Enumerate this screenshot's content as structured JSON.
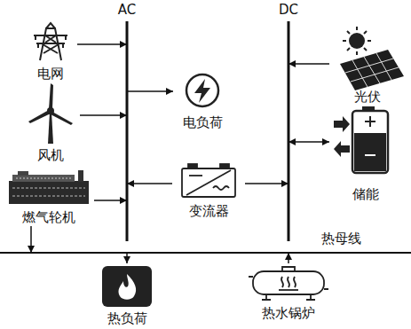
{
  "diagram": {
    "nodes": [
      {
        "text": [
          "AC"
        ]
      },
      {
        "text": [
          "DC"
        ]
      },
      {
        "text": [
          "热母线"
        ]
      },
      {
        "text": [
          "电网"
        ]
      },
      {
        "text": [
          "风机"
        ]
      },
      {
        "text": [
          "燃气轮机"
        ]
      },
      {
        "text": [
          "电负荷"
        ]
      },
      {
        "text": [
          "变流器"
        ]
      },
      {
        "text": [
          "光伏"
        ]
      },
      {
        "text": [
          "储能"
        ]
      },
      {
        "text": [
          "热负荷"
        ]
      },
      {
        "text": [
          "热水锅炉"
        ]
      }
    ],
    "edges": [
      {
        "from": 3,
        "to": 0,
        "arrow": "to"
      },
      {
        "from": 4,
        "to": 0,
        "arrow": "to"
      },
      {
        "from": 5,
        "to": 0,
        "arrow": "to"
      },
      {
        "from": 0,
        "to": 6,
        "arrow": "to"
      },
      {
        "from": 7,
        "to": 0,
        "arrow": "to"
      },
      {
        "from": 7,
        "to": 1,
        "arrow": "to"
      },
      {
        "from": 8,
        "to": 1,
        "arrow": "to"
      },
      {
        "from": 9,
        "to": 1,
        "arrow": "both"
      },
      {
        "from": 5,
        "to": 2,
        "arrow": "to"
      },
      {
        "from": 2,
        "to": 10,
        "arrow": "to"
      },
      {
        "from": 11,
        "to": 2,
        "arrow": "to"
      }
    ]
  }
}
